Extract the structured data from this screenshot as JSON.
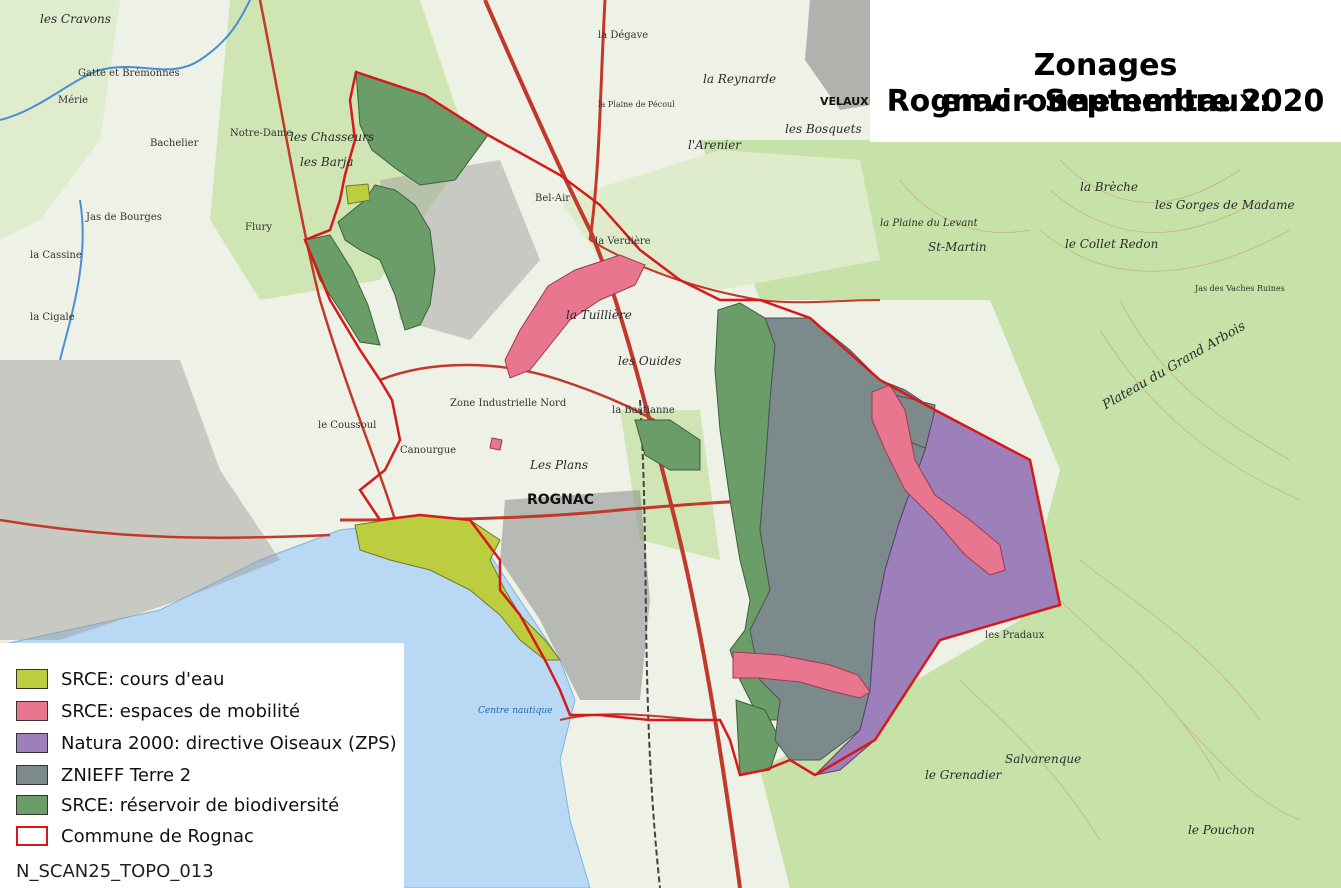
{
  "title": {
    "line1": "Zonages environnementaux:",
    "line2": "Rognac - Septembre 2020"
  },
  "legend": {
    "items": [
      {
        "label": "SRCE: cours d'eau",
        "color": "#bccd3f",
        "style": "fill"
      },
      {
        "label": "SRCE: espaces de mobilité",
        "color": "#e8768f",
        "style": "fill"
      },
      {
        "label": "Natura 2000: directive Oiseaux (ZPS)",
        "color": "#9d7fba",
        "style": "fill"
      },
      {
        "label": "ZNIEFF Terre 2",
        "color": "#7c8a8c",
        "style": "fill"
      },
      {
        "label": "SRCE: réservoir de biodiversité",
        "color": "#6b9d68",
        "style": "fill"
      },
      {
        "label": "Commune de Rognac",
        "color": "#d7191c",
        "style": "outline"
      }
    ],
    "layer_name": "N_SCAN25_TOPO_013"
  },
  "colors": {
    "cours_eau": "#bccd3f",
    "mobilite": "#e8768f",
    "natura": "#9d7fba",
    "znieff": "#7c8a8c",
    "reservoir": "#6b9d68",
    "commune": "#d7191c",
    "lake": "#b9d8f4",
    "forest": "#c9e3ad",
    "road": "#c0392b"
  },
  "labels": {
    "rognac": "ROGNAC",
    "velaux": "VELAUX",
    "les_plans": "Les Plans",
    "la_tuilliere": "la Tuillière",
    "les_ouides": "les Ouides",
    "la_bastianne": "la Bastianne",
    "zone_industrielle": "Zone Industrielle Nord",
    "la_reynarde": "la Reynarde",
    "les_bosquets": "les Bosquets",
    "arenier": "l'Arenier",
    "bel_air": "Bel-Air",
    "la_verdiere": "la Verdière",
    "les_chasseurs": "les Chasseurs",
    "les_barjaquets": "les Barja",
    "saint_martin": "St-Martin",
    "collet_redon": "le Collet Redon",
    "gorges_madame": "les Gorges de Madame",
    "jas_vaches": "Jas des Vaches Ruines",
    "plateau": "Plateau du Grand Arbois",
    "la_breche": "la Brèche",
    "les_pradaux": "les Pradaux",
    "le_grenadier": "le Grenadier",
    "salvarenque": "Salvarenque",
    "le_pouchon": "le Pouchon",
    "centre_nautique": "Centre nautique",
    "les_cravons": "les Cravons",
    "la_cassine": "la Cassine",
    "jas_bourges": "Jas de Bourges",
    "canourgue": "Canourgue",
    "le_coussoul": "le Coussoul",
    "flury": "Flury",
    "bachelier": "Bachelier",
    "la_degave": "la Dégave",
    "la_plaine": "la Plaine de Pécoul",
    "la_plaine_levant": "la Plaine du Levant",
    "notre_dame": "Notre-Dame",
    "gatte": "Gatte et Brémonnes",
    "merie": "Mérie",
    "la_cigale": "la Cigale"
  }
}
